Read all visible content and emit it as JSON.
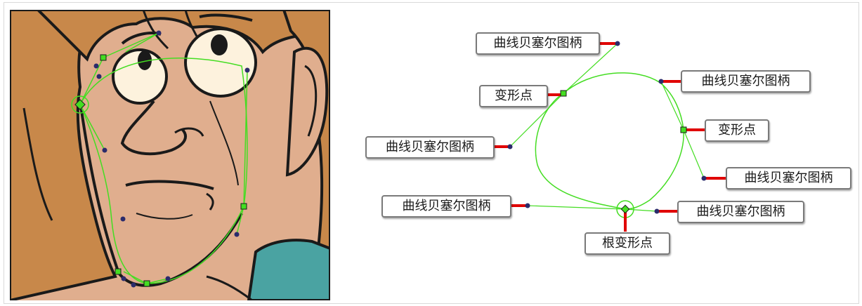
{
  "colors": {
    "skin": "#e0ae8e",
    "hair": "#c8884a",
    "shirt": "#4aa3a2",
    "outline": "#1a1a1a",
    "eye_white": "#fdf2dd",
    "curve": "#44dd22",
    "handle_dot": "#2b2b6b",
    "leader": "#e00000",
    "callout_border": "#7a7a7a"
  },
  "callouts": {
    "top_handle": "曲线贝塞尔图柄",
    "left_deform": "变形点",
    "left_handle": "曲线贝塞尔图柄",
    "right_top_handle": "曲线贝塞尔图柄",
    "right_deform": "变形点",
    "right_lower_handle": "曲线贝塞尔图柄",
    "bottom_left_handle": "曲线贝塞尔图柄",
    "bottom_right_handle": "曲线贝塞尔图柄",
    "root_deform": "根变形点"
  }
}
